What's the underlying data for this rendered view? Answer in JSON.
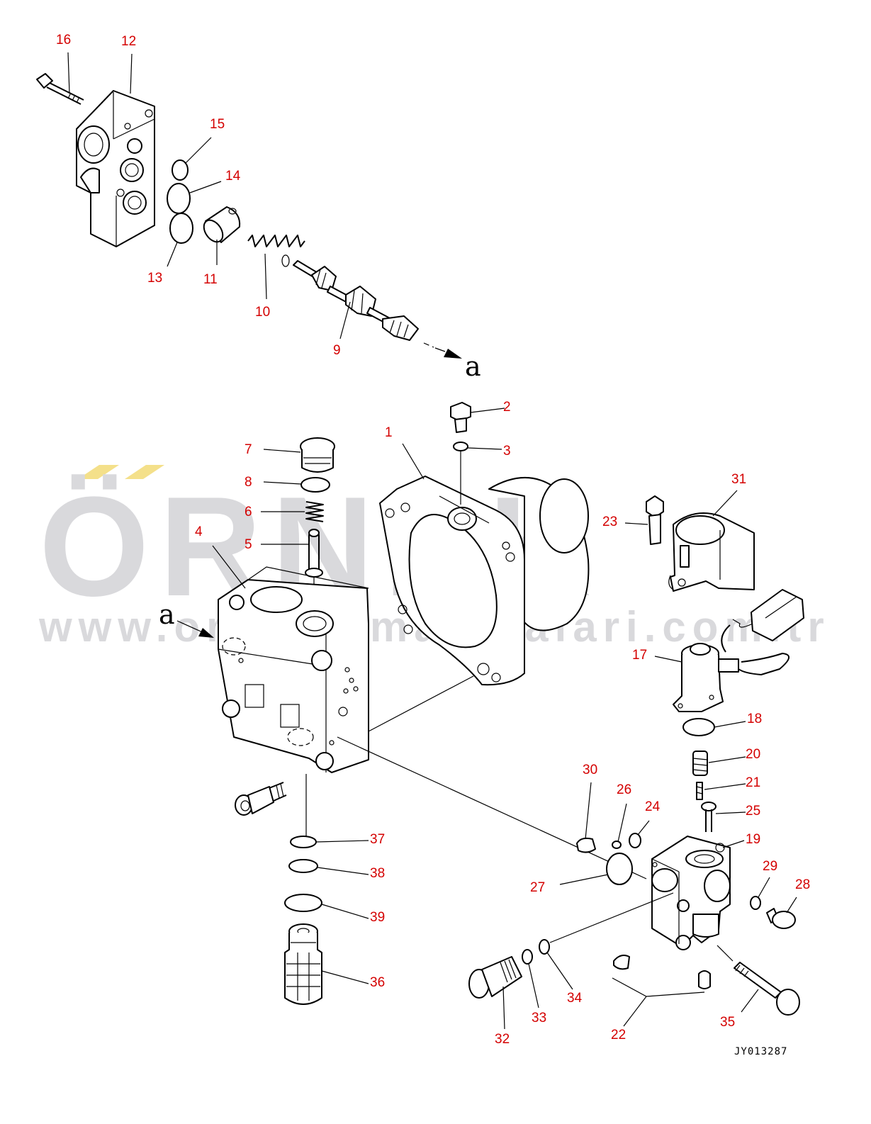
{
  "watermark": {
    "word": "ÖRNEK",
    "url": "www.ornekismakinalari.com.tr",
    "color": "#d9d9dc",
    "accent": "#f4e08a"
  },
  "label_color": "#d40000",
  "view_marker": "a",
  "drawing_code": "JY013287",
  "callouts": [
    "1",
    "2",
    "3",
    "4",
    "5",
    "6",
    "7",
    "8",
    "9",
    "10",
    "11",
    "12",
    "13",
    "14",
    "15",
    "16",
    "17",
    "18",
    "19",
    "20",
    "21",
    "22",
    "23",
    "24",
    "25",
    "26",
    "27",
    "28",
    "29",
    "30",
    "31",
    "32",
    "33",
    "34",
    "35",
    "36",
    "37",
    "38",
    "39"
  ]
}
